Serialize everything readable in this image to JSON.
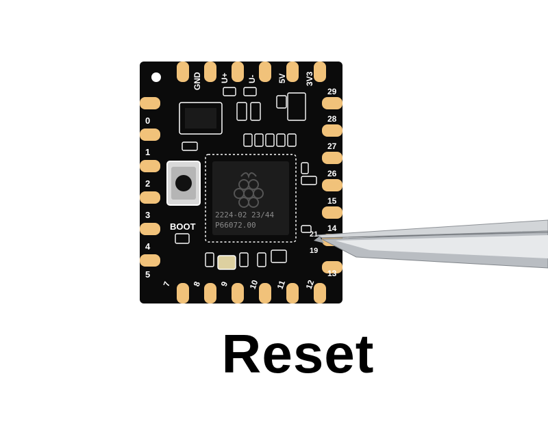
{
  "caption": "Reset",
  "board": {
    "top_labels": [
      "GND",
      "U+",
      "U-",
      "5V",
      "3V3"
    ],
    "left_labels": [
      "0",
      "1",
      "2",
      "3",
      "4",
      "5"
    ],
    "right_labels": [
      "29",
      "28",
      "27",
      "26",
      "15",
      "14",
      "13"
    ],
    "bottom_labels": [
      "7",
      "8",
      "9",
      "10",
      "11",
      "12"
    ],
    "button_label": "BOOT",
    "inner_labels": [
      "21",
      "19"
    ],
    "chip_lines": [
      "2224-02   23/44",
      "P66072.00"
    ],
    "colors": {
      "pcb": "#0b0b0b",
      "pad": "#f1c27a",
      "silkscreen": "#ffffff",
      "tweezer": "#c8cbcf"
    }
  }
}
